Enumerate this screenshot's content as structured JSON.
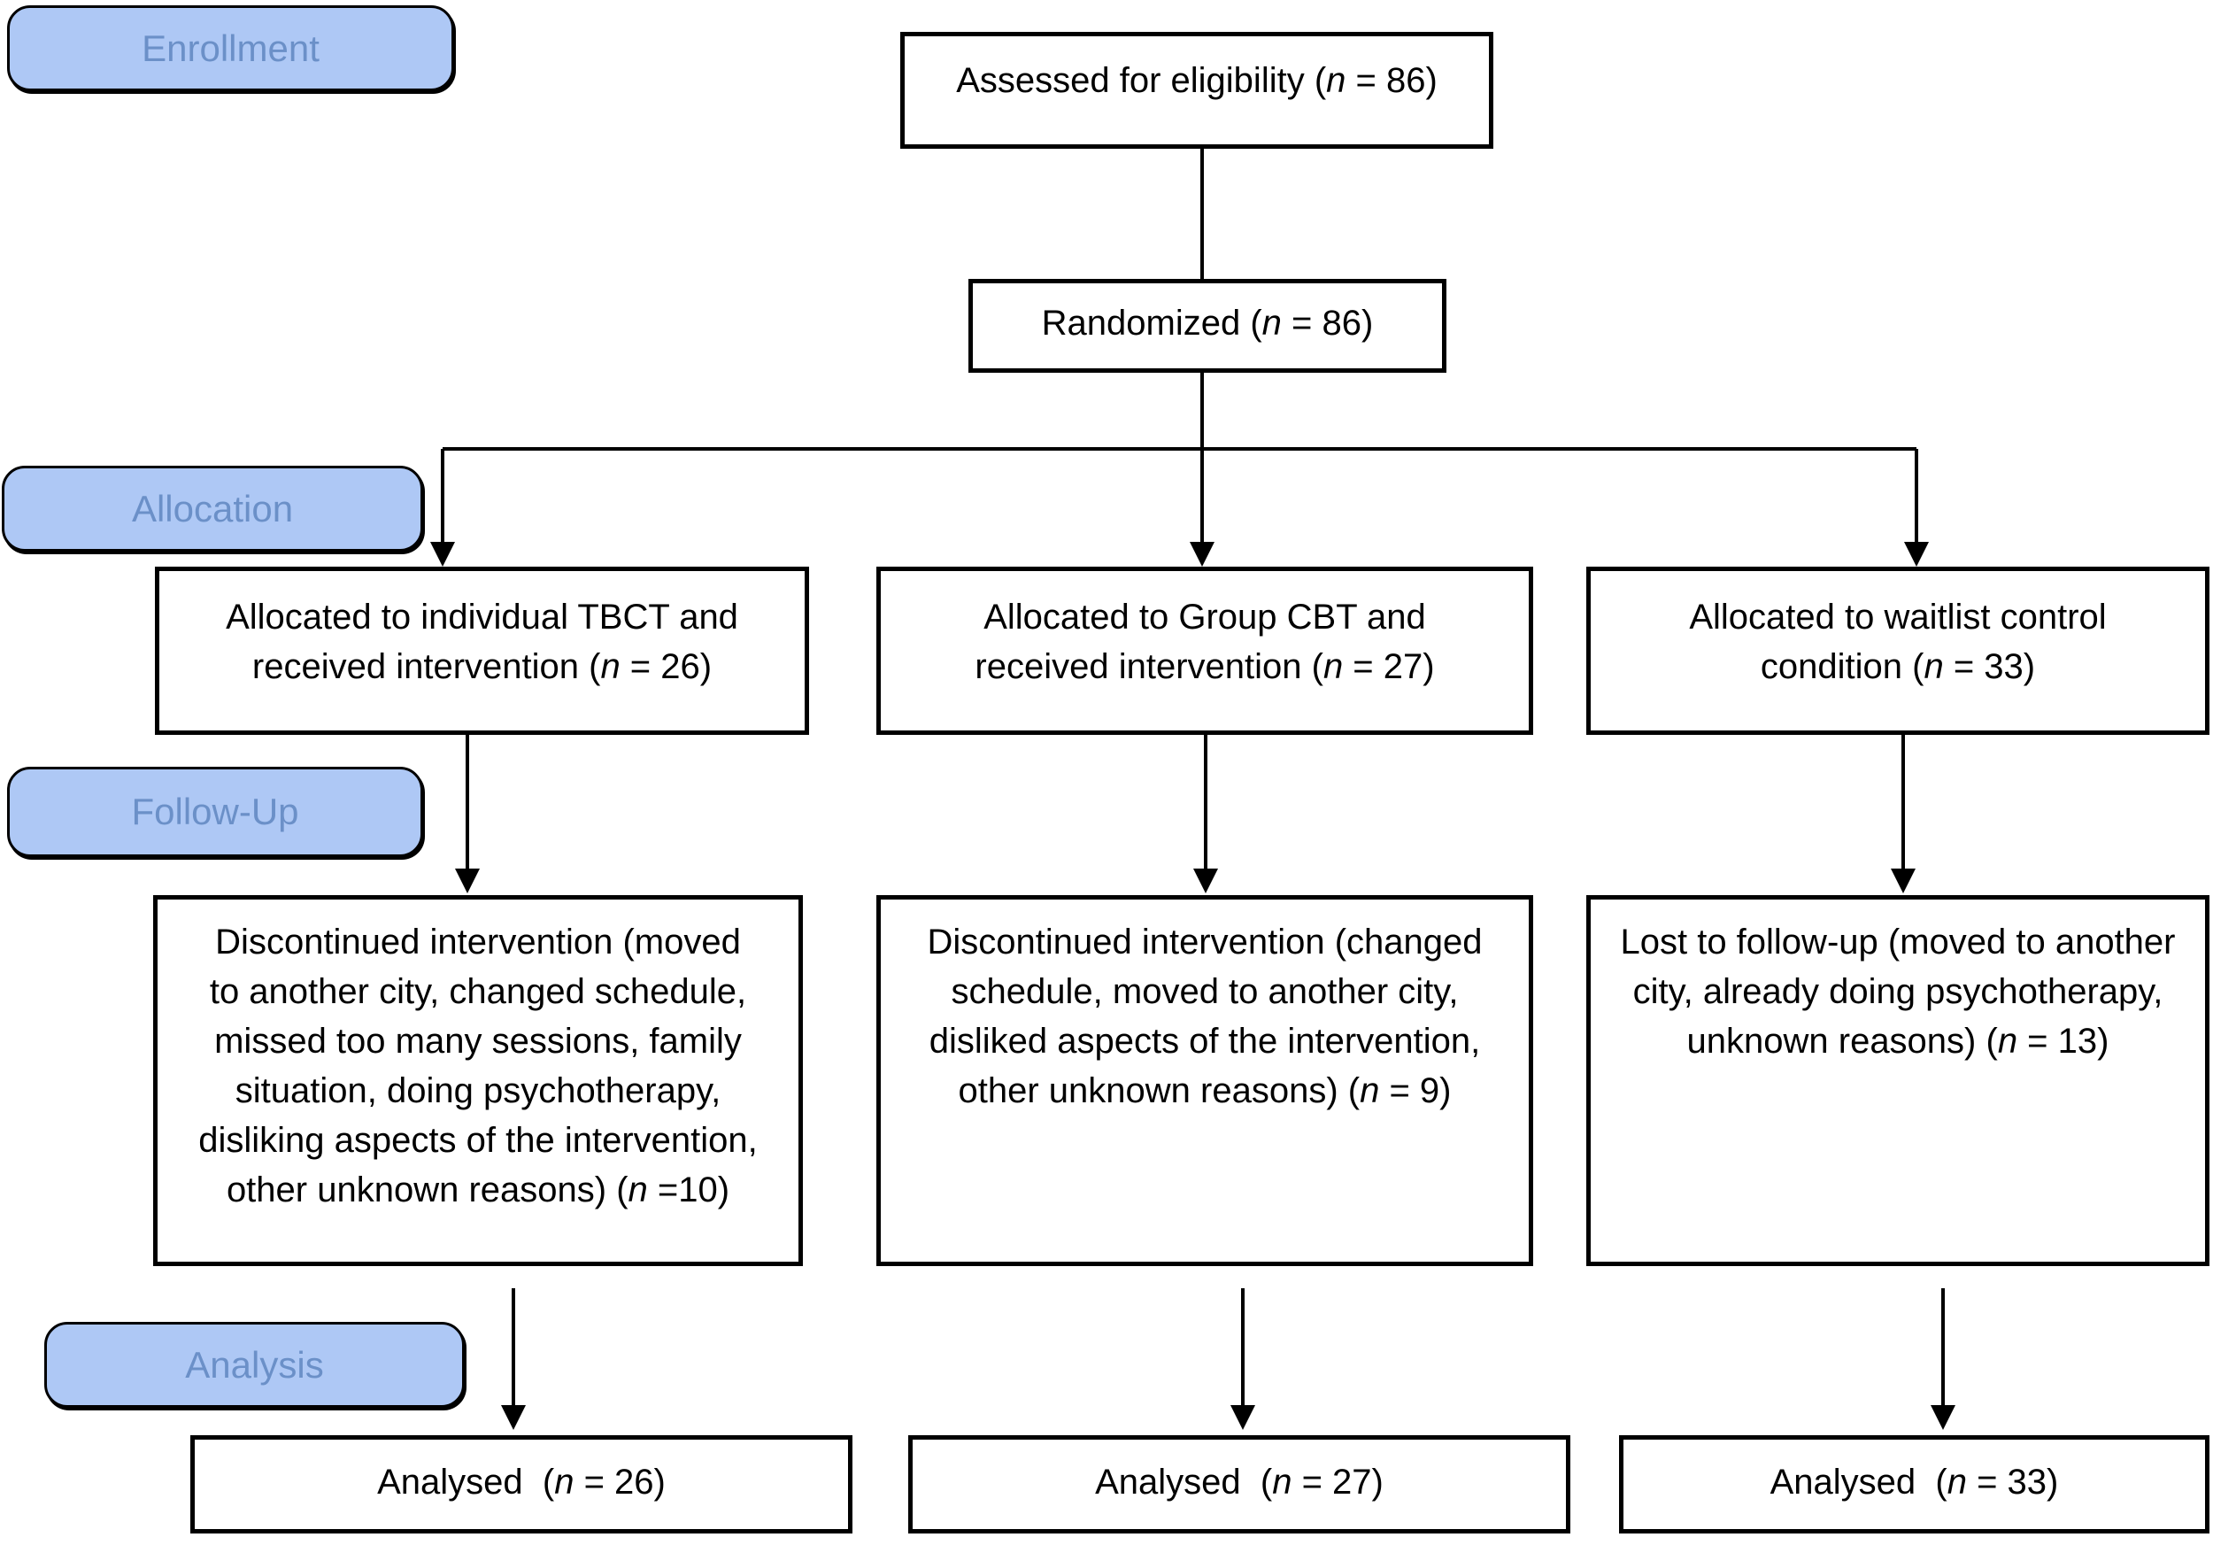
{
  "diagram": {
    "stage_labels": {
      "enrollment": "Enrollment",
      "allocation": "Allocation",
      "follow_up": "Follow-Up",
      "analysis": "Analysis"
    },
    "boxes": {
      "assessed": {
        "pre": "Assessed for eligibility (",
        "n": "n",
        "post": " = 86)"
      },
      "randomized": {
        "pre": "Randomized (",
        "n": "n",
        "post": " = 86)"
      },
      "alloc_tbct": {
        "pre": "Allocated to individual TBCT and\nreceived intervention (",
        "n": "n",
        "post": " = 26)"
      },
      "alloc_cbt": {
        "pre": "Allocated to Group CBT and\nreceived intervention (",
        "n": "n",
        "post": " = 27)"
      },
      "alloc_waitlist": {
        "pre": "Allocated to waitlist control\ncondition (",
        "n": "n",
        "post": " = 33)"
      },
      "fu_tbct": {
        "pre": "Discontinued intervention (moved\nto another city, changed schedule,\nmissed too many sessions, family\nsituation, doing psychotherapy,\ndisliking aspects of the intervention,\nother unknown reasons) (",
        "n": "n",
        "post": " =10)"
      },
      "fu_cbt": {
        "pre": "Discontinued intervention (changed\nschedule, moved to another city,\ndisliked aspects of the intervention,\nother unknown reasons) (",
        "n": "n",
        "post": " = 9)"
      },
      "fu_waitlist": {
        "pre": "Lost to follow-up (moved to another\ncity, already doing psychotherapy,\nunknown reasons) (",
        "n": "n",
        "post": " = 13)"
      },
      "analysed_tbct": {
        "pre": "Analysed  (",
        "n": "n",
        "post": " = 26)"
      },
      "analysed_cbt": {
        "pre": "Analysed  (",
        "n": "n",
        "post": " = 27)"
      },
      "analysed_waitlist": {
        "pre": "Analysed  (",
        "n": "n",
        "post": " = 33)"
      }
    },
    "colors": {
      "stage_label_fill": "#aec8f5",
      "stage_label_text": "#6b90c8",
      "stage_label_border": "#000000",
      "box_fill": "#ffffff",
      "box_border": "#000000",
      "connector": "#000000",
      "background": "#ffffff"
    }
  }
}
